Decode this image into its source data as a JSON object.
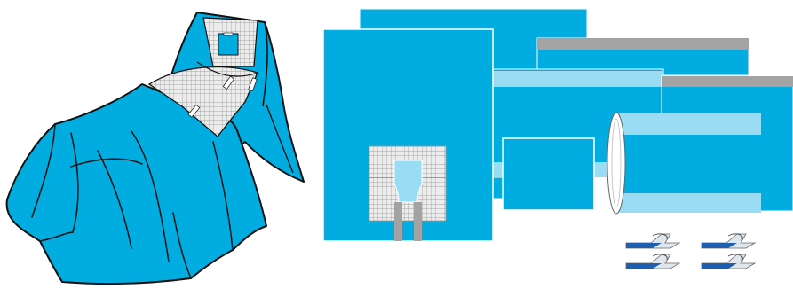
{
  "colors": {
    "drape_blue": "#00ace0",
    "drape_light": "#9adcf3",
    "outline": "#111111",
    "grid_fill": "#ececec",
    "grid_line": "#8f8f8f",
    "gray_band": "#a3a3a3",
    "tape_dark": "#1f5fae",
    "tape_light": "#6fa0d8"
  },
  "items": [
    {
      "name": "draped-patient-illustration"
    },
    {
      "name": "drape-sheet-back"
    },
    {
      "name": "drape-sheet-front-with-fenestration"
    },
    {
      "name": "drape-sheet-gray-band-top"
    },
    {
      "name": "drape-sheet-light-band-middle"
    },
    {
      "name": "drape-sheet-gray-band-right"
    },
    {
      "name": "drape-small-sheet"
    },
    {
      "name": "drape-roll-cylinder"
    },
    {
      "name": "adhesive-tape-strips"
    }
  ]
}
